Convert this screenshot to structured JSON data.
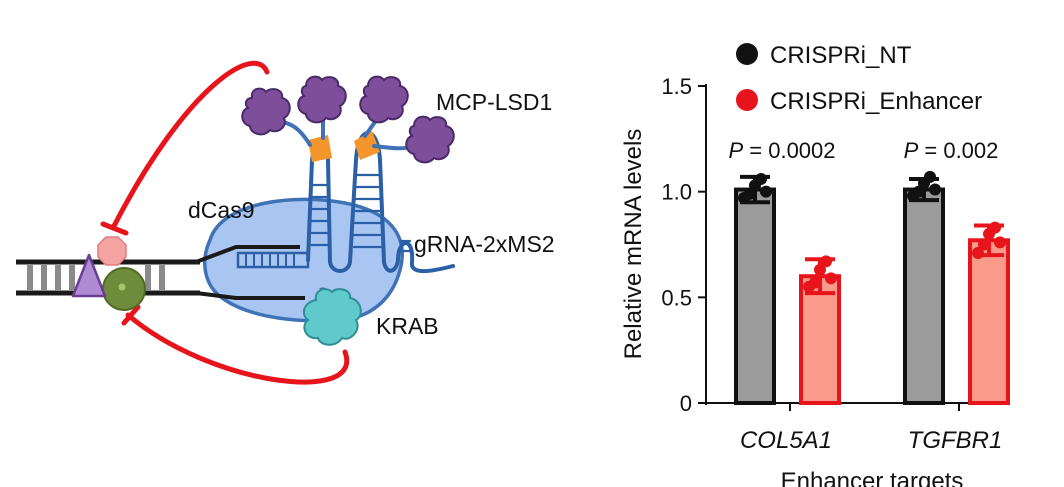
{
  "diagram": {
    "labels": {
      "mcp_lsd1": "MCP-LSD1",
      "dcas9": "dCas9",
      "grna": "gRNA-2xMS2",
      "krab": "KRAB"
    },
    "colors": {
      "repression_line": "#e8141b",
      "dcas9_body": "#a9c6f3",
      "dcas9_outline": "#3f73b6",
      "lsd1": "#7d4f9a",
      "krab": "#5fc9cc",
      "mcp": "#f4962c",
      "dna": "#1a1a1a"
    }
  },
  "chart_data": {
    "type": "bar",
    "categories": [
      "COL5A1",
      "TGFBR1"
    ],
    "xlabel": "Enhancer targets",
    "ylabel": "Relative mRNA levels",
    "ylim": [
      0,
      1.5
    ],
    "yticks": [
      {
        "value": 0,
        "label": "0"
      },
      {
        "value": 0.5,
        "label": "0.5"
      },
      {
        "value": 1.0,
        "label": "1.0"
      },
      {
        "value": 1.5,
        "label": "1.5"
      }
    ],
    "legend": "top",
    "series": [
      {
        "name": "CRISPRi_NT",
        "fill": "#9b9b9b",
        "stroke": "#111111",
        "marker": "#111111",
        "values": [
          1.01,
          1.01
        ],
        "errors": [
          0.06,
          0.05
        ],
        "points": [
          [
            0.97,
            0.99,
            1.03,
            1.06,
            1.0
          ],
          [
            0.98,
            1.0,
            1.04,
            1.07,
            1.01
          ]
        ]
      },
      {
        "name": "CRISPRi_Enhancer",
        "fill": "#f99a8a",
        "stroke": "#e8141b",
        "marker": "#e8141b",
        "values": [
          0.6,
          0.77
        ],
        "errors": [
          0.08,
          0.07
        ],
        "points": [
          [
            0.55,
            0.57,
            0.63,
            0.67,
            0.59
          ],
          [
            0.71,
            0.75,
            0.8,
            0.83,
            0.76
          ]
        ]
      }
    ],
    "pvalues": [
      {
        "prefix": "P",
        "text": " = 0.0002"
      },
      {
        "prefix": "P",
        "text": " = 0.002"
      }
    ]
  }
}
